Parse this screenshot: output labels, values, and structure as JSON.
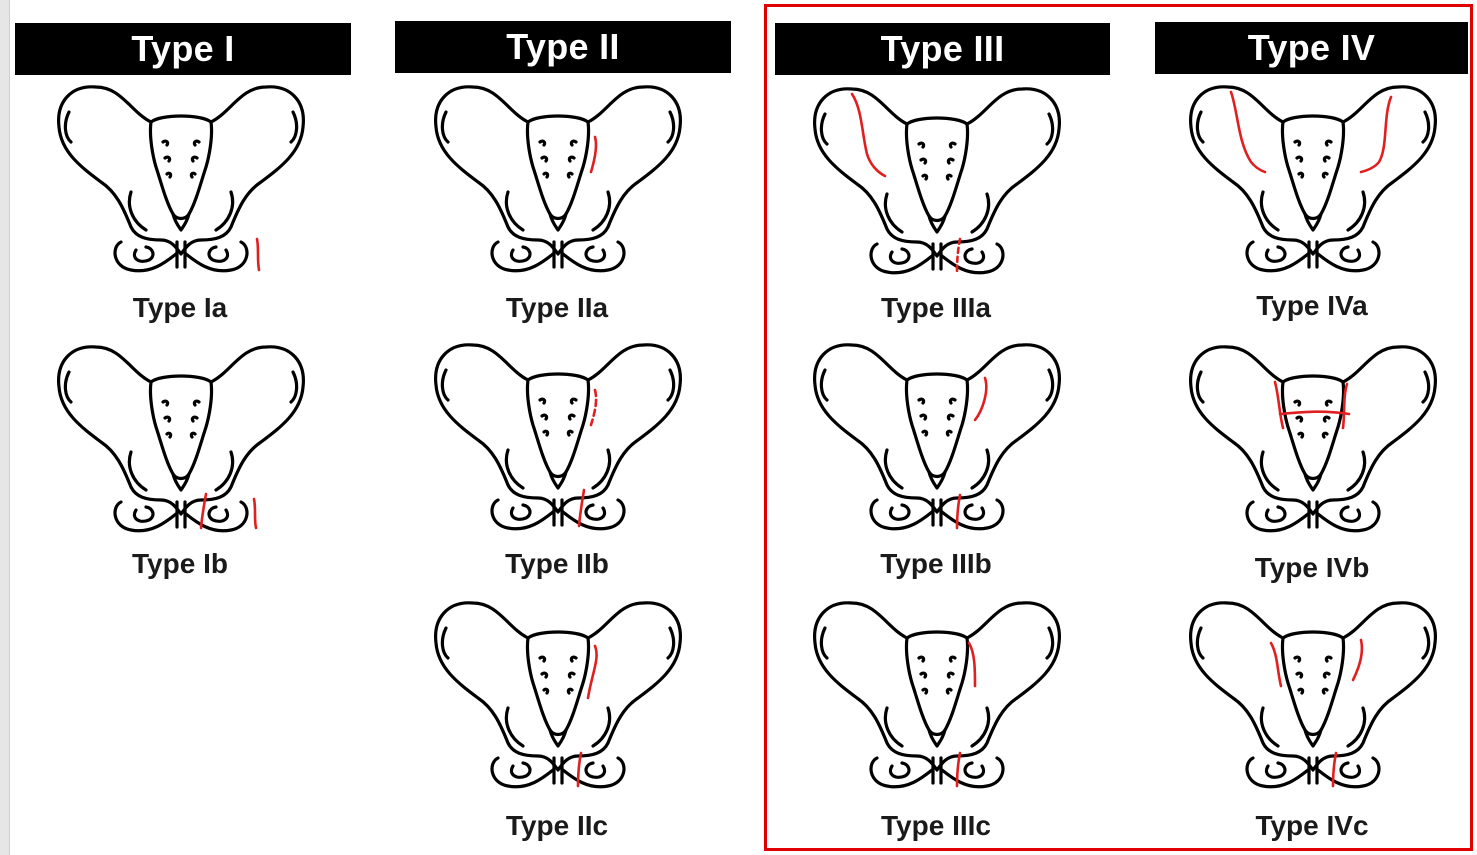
{
  "colors": {
    "outline": "#000000",
    "fracture": "#e02020",
    "highlight_border": "#e00000",
    "header_bg": "#000000",
    "header_text": "#ffffff"
  },
  "headers": [
    "Type I",
    "Type II",
    "Type III",
    "Type IV"
  ],
  "labels": {
    "Ia": "Type Ia",
    "Ib": "Type Ib",
    "IIa": "Type IIa",
    "IIb": "Type IIb",
    "IIc": "Type IIc",
    "IIIa": "Type IIIa",
    "IIIb": "Type IIIb",
    "IIIc": "Type IIIc",
    "IVa": "Type IVa",
    "IVb": "Type IVb",
    "IVc": "Type IVc"
  }
}
